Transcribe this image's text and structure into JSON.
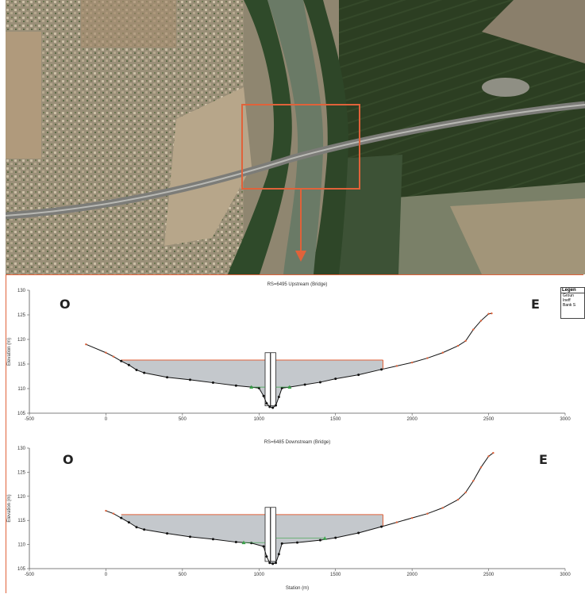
{
  "map": {
    "description_marks": [
      "river",
      "highway-bridge",
      "urban-area",
      "fields"
    ],
    "highlight_color": "#e0623a"
  },
  "labels": {
    "west": "O",
    "east": "E"
  },
  "legend": {
    "title": "Legen",
    "items": [
      "Groun",
      "Ineff",
      "Bank S"
    ]
  },
  "chart_data": [
    {
      "type": "line",
      "title": "RS=6495  Upstream  (Bridge)",
      "ylabel": "Elevation (m)",
      "xlabel": "",
      "xlim": [
        -500,
        3000
      ],
      "ylim": [
        105,
        130
      ],
      "xticks": [
        -500,
        0,
        500,
        1000,
        1500,
        2000,
        2500,
        3000
      ],
      "yticks": [
        105,
        110,
        115,
        120,
        125,
        130
      ],
      "ground": [
        [
          -130,
          119
        ],
        [
          0,
          117.3
        ],
        [
          50,
          116.5
        ],
        [
          100,
          115.6
        ],
        [
          150,
          114.8
        ],
        [
          200,
          113.8
        ],
        [
          250,
          113.2
        ],
        [
          400,
          112.3
        ],
        [
          550,
          111.8
        ],
        [
          700,
          111.2
        ],
        [
          850,
          110.6
        ],
        [
          950,
          110.3
        ],
        [
          1000,
          110.1
        ],
        [
          1030,
          108.5
        ],
        [
          1050,
          107
        ],
        [
          1070,
          106.3
        ],
        [
          1090,
          106.1
        ],
        [
          1110,
          106.6
        ],
        [
          1130,
          108.3
        ],
        [
          1150,
          110.1
        ],
        [
          1200,
          110.3
        ],
        [
          1300,
          110.8
        ],
        [
          1400,
          111.3
        ],
        [
          1500,
          112
        ],
        [
          1650,
          112.8
        ],
        [
          1800,
          113.9
        ],
        [
          1900,
          114.6
        ],
        [
          2000,
          115.3
        ],
        [
          2100,
          116.2
        ],
        [
          2200,
          117.3
        ],
        [
          2300,
          118.7
        ],
        [
          2350,
          119.7
        ],
        [
          2400,
          122
        ],
        [
          2450,
          123.8
        ],
        [
          2500,
          125.2
        ],
        [
          2520,
          125.3
        ]
      ],
      "water_surface": 115.8,
      "water_x": [
        100,
        1810
      ],
      "bridge_piers": [
        1040,
        1110
      ],
      "ineffective": [
        [
          950,
          110.3
        ],
        [
          1200,
          110.3
        ]
      ]
    },
    {
      "type": "line",
      "title": "RS=6485  Downstream  (Bridge)",
      "ylabel": "Elevation (m)",
      "xlabel": "Station (m)",
      "xlim": [
        -500,
        3000
      ],
      "ylim": [
        105,
        130
      ],
      "xticks": [
        -500,
        0,
        500,
        1000,
        1500,
        2000,
        2500,
        3000
      ],
      "yticks": [
        105,
        110,
        115,
        120,
        125,
        130
      ],
      "ground": [
        [
          0,
          117
        ],
        [
          50,
          116.4
        ],
        [
          100,
          115.5
        ],
        [
          150,
          114.6
        ],
        [
          200,
          113.6
        ],
        [
          250,
          113.1
        ],
        [
          400,
          112.3
        ],
        [
          550,
          111.6
        ],
        [
          700,
          111.1
        ],
        [
          850,
          110.5
        ],
        [
          950,
          110.3
        ],
        [
          1030,
          109.6
        ],
        [
          1050,
          107.5
        ],
        [
          1070,
          106.2
        ],
        [
          1090,
          106
        ],
        [
          1110,
          106.2
        ],
        [
          1130,
          108
        ],
        [
          1150,
          110.2
        ],
        [
          1250,
          110.4
        ],
        [
          1400,
          110.9
        ],
        [
          1500,
          111.4
        ],
        [
          1650,
          112.4
        ],
        [
          1800,
          113.7
        ],
        [
          1900,
          114.6
        ],
        [
          2000,
          115.5
        ],
        [
          2100,
          116.4
        ],
        [
          2200,
          117.6
        ],
        [
          2300,
          119.3
        ],
        [
          2350,
          120.8
        ],
        [
          2400,
          123.2
        ],
        [
          2450,
          126
        ],
        [
          2500,
          128.3
        ],
        [
          2530,
          129
        ]
      ],
      "water_surface": 116.2,
      "water_x": [
        100,
        1810
      ],
      "bridge_piers": [
        1040,
        1110
      ],
      "ineffective": [
        [
          900,
          110.4
        ],
        [
          1430,
          111.3
        ]
      ]
    }
  ]
}
